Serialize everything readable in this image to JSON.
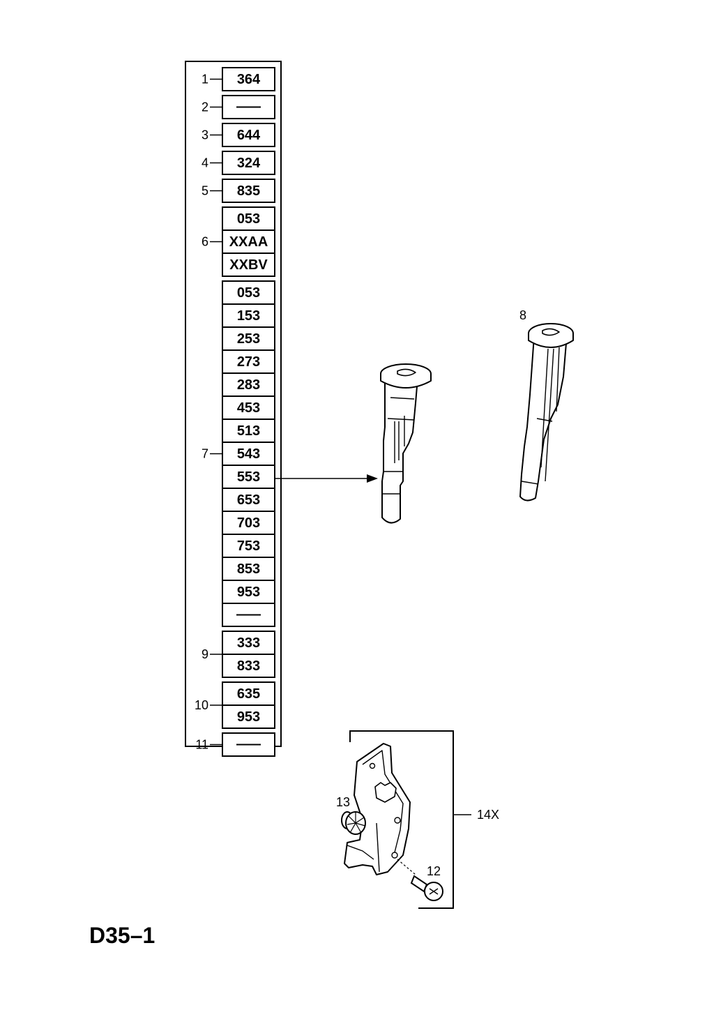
{
  "page_title": "D35–1",
  "code_groups": [
    {
      "label": "1",
      "codes": [
        "364"
      ]
    },
    {
      "label": "2",
      "codes": [
        "—"
      ]
    },
    {
      "label": "3",
      "codes": [
        "644"
      ]
    },
    {
      "label": "4",
      "codes": [
        "324"
      ]
    },
    {
      "label": "5",
      "codes": [
        "835"
      ]
    },
    {
      "label": "6",
      "codes": [
        "053",
        "XXAA",
        "XXBV"
      ]
    },
    {
      "label": "7",
      "codes": [
        "053",
        "153",
        "253",
        "273",
        "283",
        "453",
        "513",
        "543",
        "553",
        "653",
        "703",
        "753",
        "853",
        "953",
        "—"
      ]
    },
    {
      "label": "9",
      "codes": [
        "333",
        "833"
      ]
    },
    {
      "label": "10",
      "codes": [
        "635",
        "953"
      ]
    },
    {
      "label": "11",
      "codes": [
        "—"
      ]
    }
  ],
  "part_labels": {
    "part_8": "8",
    "part_12": "12",
    "part_13": "13",
    "part_14": "14X"
  }
}
